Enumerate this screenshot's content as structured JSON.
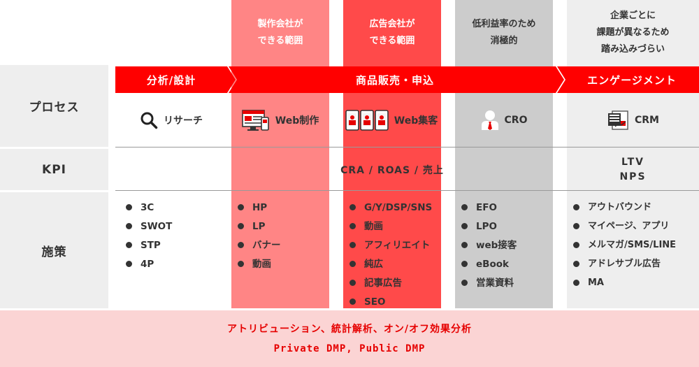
{
  "colors": {
    "accent": "#ff0000",
    "lane_web_production": "#ff8585",
    "lane_web_ads": "#ff4a4a",
    "lane_cro": "#cccccc",
    "lane_crm": "#eeeeee",
    "footer": "#fbd4d4"
  },
  "rows": {
    "process": "プロセス",
    "kpi": "KPI",
    "measures": "施策"
  },
  "headers": {
    "production": [
      "製作会社が",
      "できる範囲"
    ],
    "ad_agency": [
      "広告会社が",
      "できる範囲"
    ],
    "cro": [
      "低利益率のため",
      "消極的"
    ],
    "crm": [
      "企業ごとに",
      "課題が異なるため",
      "踏み込みづらい"
    ]
  },
  "phases": {
    "analysis": "分析/設計",
    "sales": "商品販売・申込",
    "engagement": "エンゲージメント"
  },
  "tools": {
    "research": "リサーチ",
    "web_production": "Web制作",
    "web_acquisition": "Web集客",
    "cro": "CRO",
    "crm": "CRM",
    "icons": [
      "search-icon",
      "web-production-icon",
      "web-acquisition-icon",
      "person-icon",
      "crm-document-icon"
    ]
  },
  "kpi": {
    "main": "CRA / ROAS / 売上",
    "crm": [
      "LTV",
      "NPS"
    ]
  },
  "measures": {
    "analysis": [
      "3C",
      "SWOT",
      "STP",
      "4P"
    ],
    "production": [
      "HP",
      "LP",
      "バナー",
      "動画"
    ],
    "ads": [
      "G/Y/DSP/SNS",
      "動画",
      "アフィリエイト",
      "純広",
      "記事広告",
      "SEO"
    ],
    "cro": [
      "EFO",
      "LPO",
      "web接客",
      "eBook",
      "営業資料"
    ],
    "crm": [
      "アウトバウンド",
      "マイページ、アプリ",
      "メルマガ/SMS/LINE",
      "アドレサブル広告",
      "MA"
    ]
  },
  "footer": {
    "line1": "アトリビューション、統計解析、オン/オフ効果分析",
    "line2": "Private DMP, Public DMP"
  }
}
